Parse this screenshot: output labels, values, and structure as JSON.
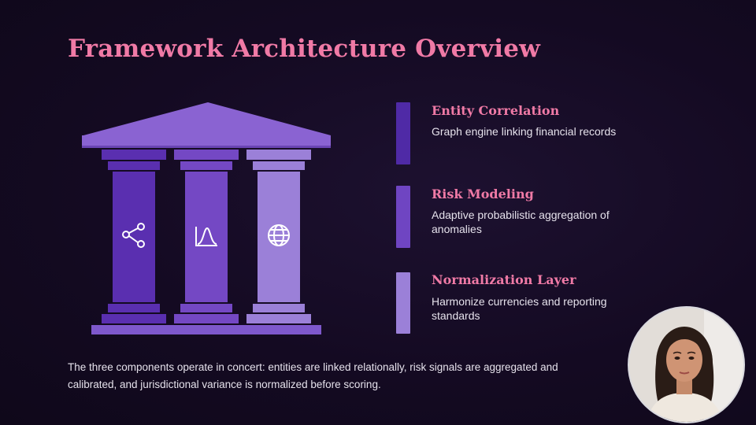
{
  "slide": {
    "title": "Framework Architecture Overview",
    "summary": "The three components operate in concert: entities are linked relationally, risk signals are aggregated and calibrated, and jurisdictional variance is normalized before scoring."
  },
  "pillars": [
    {
      "icon": "share-network-icon",
      "color": "#5a2fb0"
    },
    {
      "icon": "bell-curve-chart-icon",
      "color": "#7448c4"
    },
    {
      "icon": "globe-icon",
      "color": "#9b80d8"
    }
  ],
  "colors": {
    "accent": "#f07aa6",
    "roof": "#8a63d2",
    "base": "#7e58cc",
    "bar_dark": "#4f2aa6",
    "bar_mid": "#6f45c2",
    "bar_light": "#9b80d8"
  },
  "components": [
    {
      "title": "Entity Correlation",
      "description": "Graph engine linking financial records"
    },
    {
      "title": "Risk Modeling",
      "description": "Adaptive probabilistic aggregation of anomalies"
    },
    {
      "title": "Normalization Layer",
      "description": "Harmonize currencies and reporting standards"
    }
  ],
  "presenter": {
    "avatar": "presenter-webcam"
  }
}
